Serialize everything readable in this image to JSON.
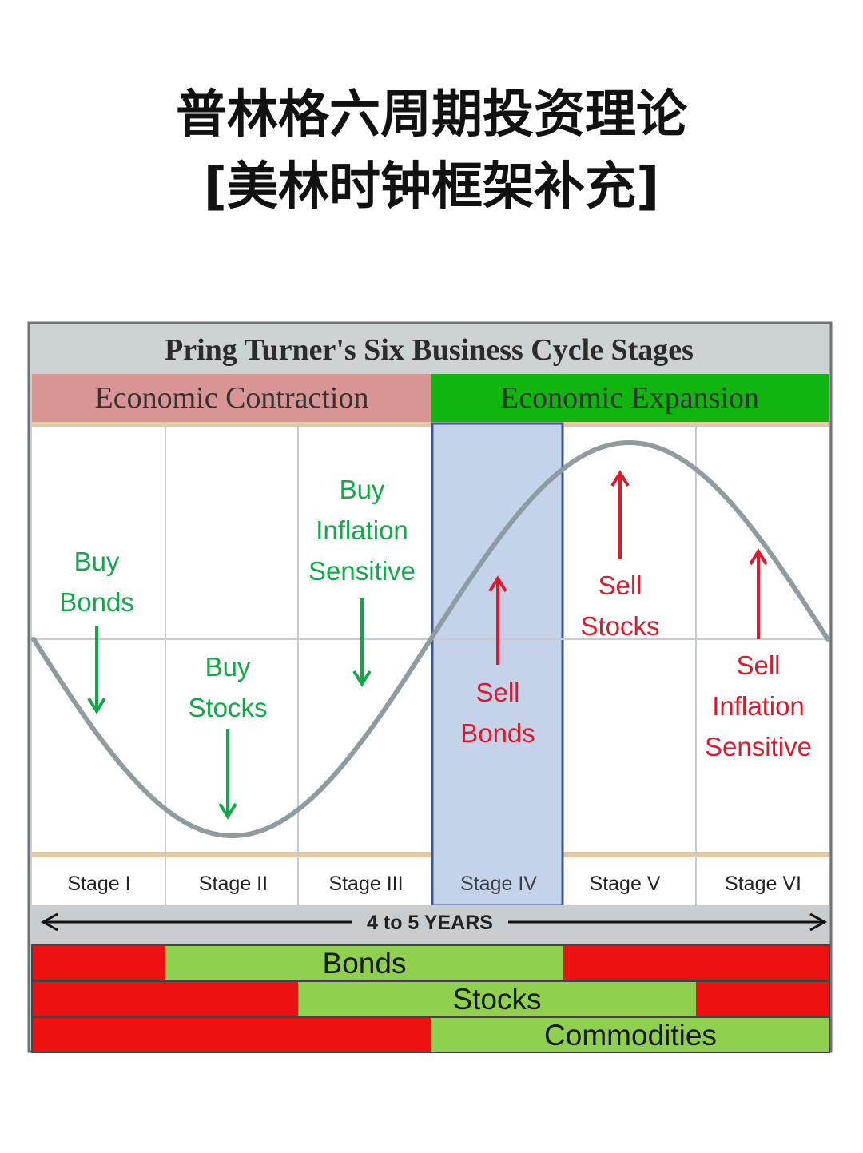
{
  "page_title": {
    "line1": "普林格六周期投资理论",
    "line2": "[美林时钟框架补充]"
  },
  "diagram": {
    "title": "Pring Turner's Six Business Cycle Stages",
    "phases": {
      "contraction": "Economic Contraction",
      "expansion": "Economic Expansion"
    },
    "stages": [
      "Stage I",
      "Stage II",
      "Stage III",
      "Stage IV",
      "Stage V",
      "Stage VI"
    ],
    "highlighted_stage": "Stage IV",
    "signals": [
      {
        "stage": "Stage I",
        "lines": [
          "Buy",
          "Bonds"
        ],
        "action": "buy"
      },
      {
        "stage": "Stage II",
        "lines": [
          "Buy",
          "Stocks"
        ],
        "action": "buy"
      },
      {
        "stage": "Stage III",
        "lines": [
          "Buy",
          "Inflation",
          "Sensitive"
        ],
        "action": "buy"
      },
      {
        "stage": "Stage IV",
        "lines": [
          "Sell",
          "Bonds"
        ],
        "action": "sell"
      },
      {
        "stage": "Stage V",
        "lines": [
          "Sell",
          "Stocks"
        ],
        "action": "sell"
      },
      {
        "stage": "Stage VI",
        "lines": [
          "Sell",
          "Inflation",
          "Sensitive"
        ],
        "action": "sell"
      }
    ],
    "duration_label": "4 to 5 YEARS",
    "asset_bars": [
      {
        "label": "Bonds",
        "favorable_stages": [
          1,
          2,
          3
        ]
      },
      {
        "label": "Stocks",
        "favorable_stages": [
          2,
          3,
          4
        ]
      },
      {
        "label": "Commodities",
        "favorable_stages": [
          3,
          4,
          5
        ]
      }
    ],
    "colors": {
      "buy": "#12a84a",
      "sell": "#e0182c",
      "favorable": "#8fd14f",
      "unfavorable": "#ee1111",
      "contraction_bg": "#d99595",
      "expansion_bg": "#10b510",
      "title_bg": "#cdd2d5",
      "curve": "#8e9ba0",
      "highlight": "#c5d3ea",
      "highlight_border": "#3e5a8c"
    }
  }
}
